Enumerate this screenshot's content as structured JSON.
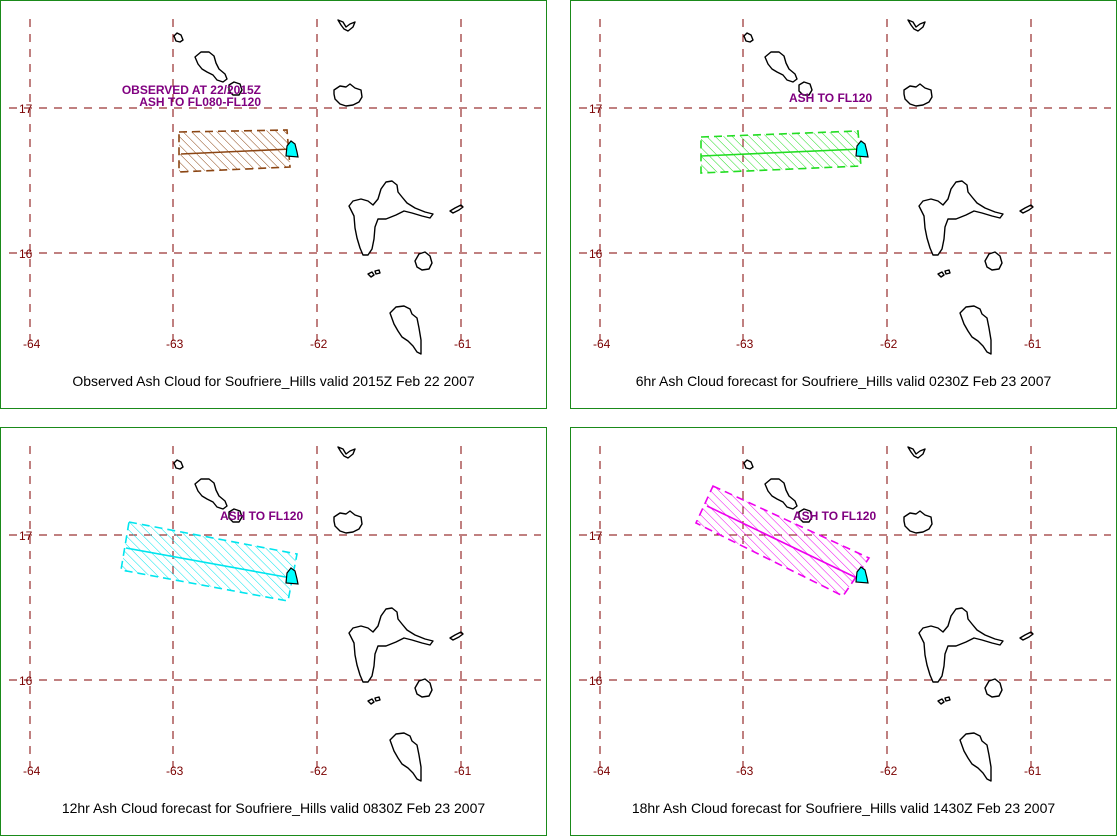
{
  "axes": {
    "lon_ticks": [
      "-64",
      "-63",
      "-62",
      "-61"
    ],
    "lat_ticks": [
      "17",
      "16"
    ],
    "grid_color": "#800000",
    "coast_color": "#000000",
    "volcano_color": "#00ffff",
    "label_color": "#800080"
  },
  "panels": [
    {
      "id": "observed",
      "caption": "Observed Ash Cloud for Soufriere_Hills valid 2015Z Feb 22 2007",
      "labels": [
        "OBSERVED AT 22/2015Z",
        "ASH TO FL080-FL120"
      ],
      "color": "#8b4513"
    },
    {
      "id": "fcst-6hr",
      "caption": "6hr Ash Cloud forecast for Soufriere_Hills valid 0230Z Feb 23 2007",
      "labels": [
        "ASH TO FL120"
      ],
      "color": "#22dd22"
    },
    {
      "id": "fcst-12hr",
      "caption": "12hr Ash Cloud forecast for Soufriere_Hills valid 0830Z Feb 23 2007",
      "labels": [
        "ASH TO FL120"
      ],
      "color": "#00e5ee"
    },
    {
      "id": "fcst-18hr",
      "caption": "18hr Ash Cloud forecast for Soufriere_Hills valid 1430Z Feb 23 2007",
      "labels": [
        "ASH TO FL120"
      ],
      "color": "#ee00ee"
    }
  ]
}
